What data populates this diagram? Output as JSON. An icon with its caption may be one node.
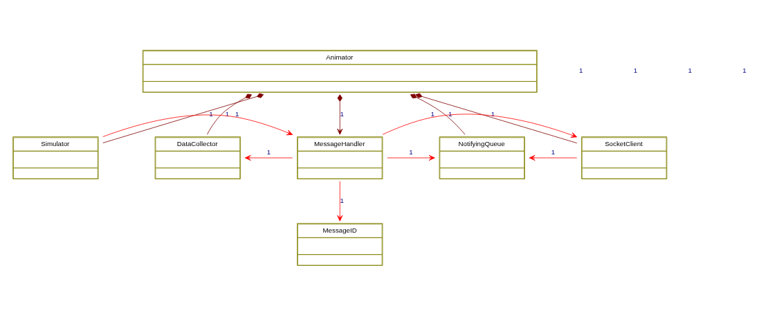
{
  "diagram": {
    "nodes": [
      {
        "text": [
          "Animator"
        ]
      },
      {
        "text": [
          "Simulator"
        ]
      },
      {
        "text": [
          "DataCollector"
        ]
      },
      {
        "text": [
          "MessageHandler"
        ]
      },
      {
        "text": [
          "NotifyingQueue"
        ]
      },
      {
        "text": [
          "SocketClient"
        ]
      },
      {
        "text": [
          "MessageID"
        ]
      }
    ],
    "edges": [
      {
        "from": 0,
        "to": 1,
        "arrow": "other",
        "label": "1",
        "color": "#800000"
      },
      {
        "from": 0,
        "to": 2,
        "arrow": "other",
        "label": "1",
        "color": "#800000"
      },
      {
        "from": 0,
        "to": 3,
        "arrow": "to",
        "label": "1",
        "color": "#800000"
      },
      {
        "from": 0,
        "to": 4,
        "arrow": "other",
        "label": "1",
        "color": "#800000"
      },
      {
        "from": 0,
        "to": 5,
        "arrow": "other",
        "label": "1",
        "color": "#800000"
      },
      {
        "from": 3,
        "to": 2,
        "arrow": "to",
        "label": "1"
      },
      {
        "from": 3,
        "to": 4,
        "arrow": "to",
        "label": "1"
      },
      {
        "from": 5,
        "to": 4,
        "arrow": "to",
        "label": "1"
      },
      {
        "from": 1,
        "to": 3,
        "arrow": "to",
        "label": "1"
      },
      {
        "from": 3,
        "to": 6,
        "arrow": "to",
        "label": "1"
      },
      {
        "from": 3,
        "to": 5,
        "arrow": "to",
        "label": "1"
      }
    ],
    "labels": [
      "1",
      "1",
      "1",
      "1"
    ]
  }
}
